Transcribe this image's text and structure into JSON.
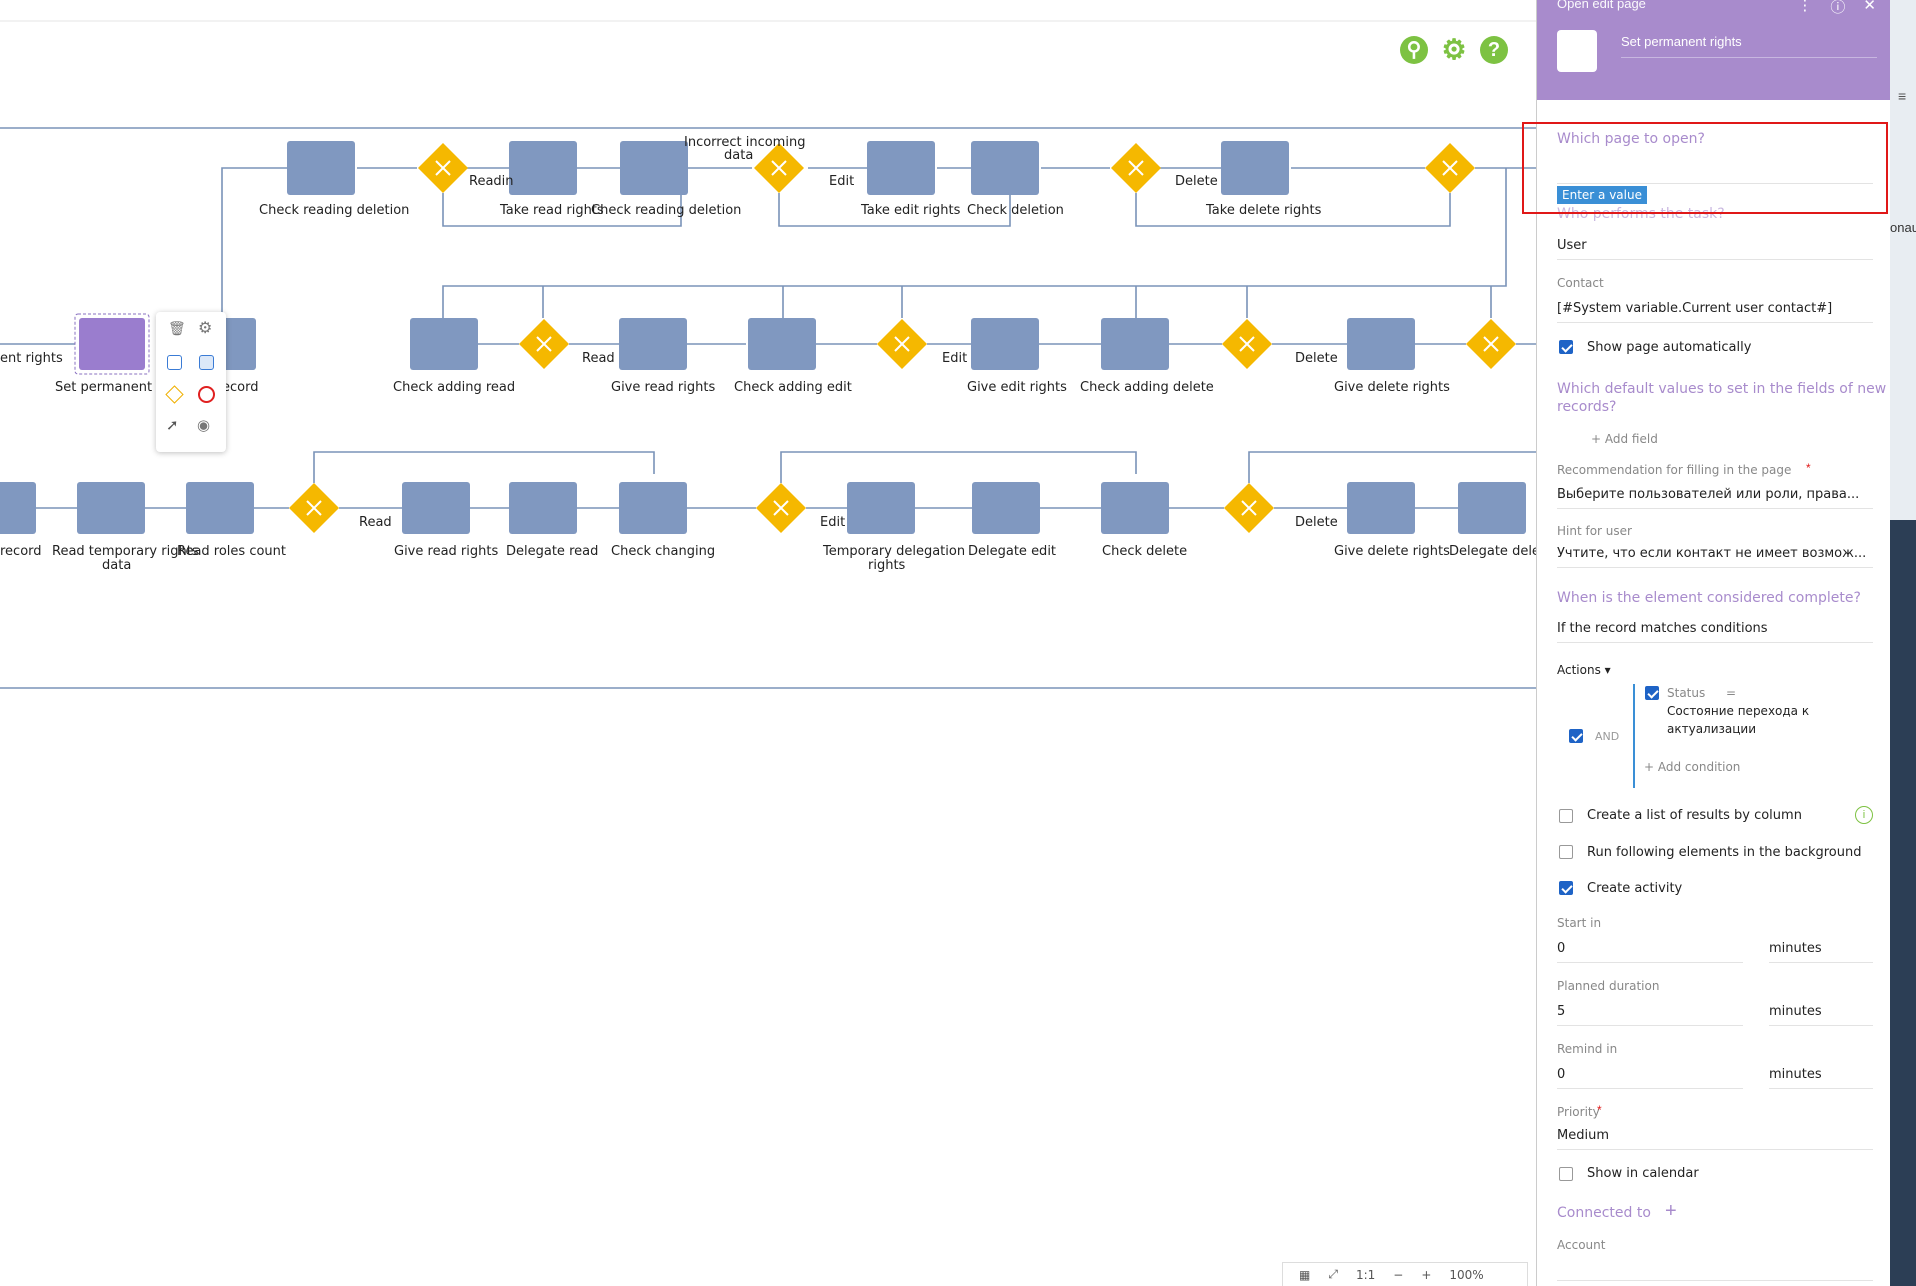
{
  "diagram": {
    "labels": {
      "ent_rights": "ent rights",
      "set_permanent": "Set permanent rig",
      "ecord": "ecord",
      "check_reading_deletion_1": "Check reading deletion",
      "readin": "Readin",
      "take_read_rights": "Take read rights",
      "check_reading_deletion_2": "Check reading deletion",
      "incorrect_1": "Incorrect incoming",
      "incorrect_2": "data",
      "edit_1": "Edit",
      "take_edit_rights": "Take edit rights",
      "check_deletion": "Check deletion",
      "delete_1": "Delete",
      "take_delete_rights": "Take delete rights",
      "check_adding_read": "Check adding read",
      "read_1": "Read",
      "give_read_rights_1": "Give read rights",
      "check_adding_edit": "Check adding edit",
      "edit_2": "Edit",
      "give_edit_rights": "Give edit rights",
      "check_adding_delete": "Check adding delete",
      "delete_2": "Delete",
      "give_delete_rights_1": "Give delete rights",
      "record": "record",
      "read_temp_1": "Read temporary rights",
      "read_temp_2": "data",
      "read_roles_count": "Read roles count",
      "read_2": "Read",
      "give_read_rights_2": "Give read rights",
      "delegate_read": "Delegate read",
      "check_changing": "Check changing",
      "edit_3": "Edit",
      "temp_deleg_1": "Temporary delegation",
      "temp_deleg_2": "rights",
      "delegate_edit": "Delegate edit",
      "check_delete": "Check delete",
      "delete_3": "Delete",
      "give_delete_rights_2": "Give delete rights",
      "delegate_delete": "Delegate delete"
    }
  },
  "toolbar": {
    "zoom": "100%",
    "one_to_one": "1:1",
    "minus": "−",
    "plus": "+"
  },
  "panel": {
    "title": "Open edit page",
    "element_name": "Set permanent rights",
    "q_page": "Which page to open?",
    "enter_value": "Enter a value",
    "q_who": "Who performs the task?",
    "who_value": "User",
    "contact_label": "Contact",
    "contact_value": "[#System variable.Current user contact#]",
    "show_page_auto": "Show page automatically",
    "q_defaults_1": "Which default values to set in the fields of new",
    "q_defaults_2": "records?",
    "add_field": "Add field",
    "recommendation_label": "Recommendation for filling in the page",
    "recommendation_value": "Выберите пользователей или роли, права...",
    "hint_label": "Hint for user",
    "hint_value": "Учтите, что если контакт не имеет возмож...",
    "q_complete": "When is the element considered complete?",
    "complete_value": "If the record matches conditions",
    "actions": "Actions",
    "and": "AND",
    "cond_field": "Status",
    "cond_op": "=",
    "cond_value_1": "Состояние перехода к",
    "cond_value_2": "актуализации",
    "add_condition": "Add condition",
    "create_list": "Create a list of results by column",
    "run_background": "Run following elements in the background",
    "create_activity": "Create activity",
    "start_in_label": "Start in",
    "start_in_value": "0",
    "start_in_unit": "minutes",
    "planned_label": "Planned duration",
    "planned_value": "5",
    "planned_unit": "minutes",
    "remind_label": "Remind in",
    "remind_value": "0",
    "remind_unit": "minutes",
    "priority_label": "Priority",
    "priority_value": "Medium",
    "show_calendar": "Show in calendar",
    "connected_to": "Connected to",
    "account_label": "Account",
    "side_text": "onau"
  }
}
